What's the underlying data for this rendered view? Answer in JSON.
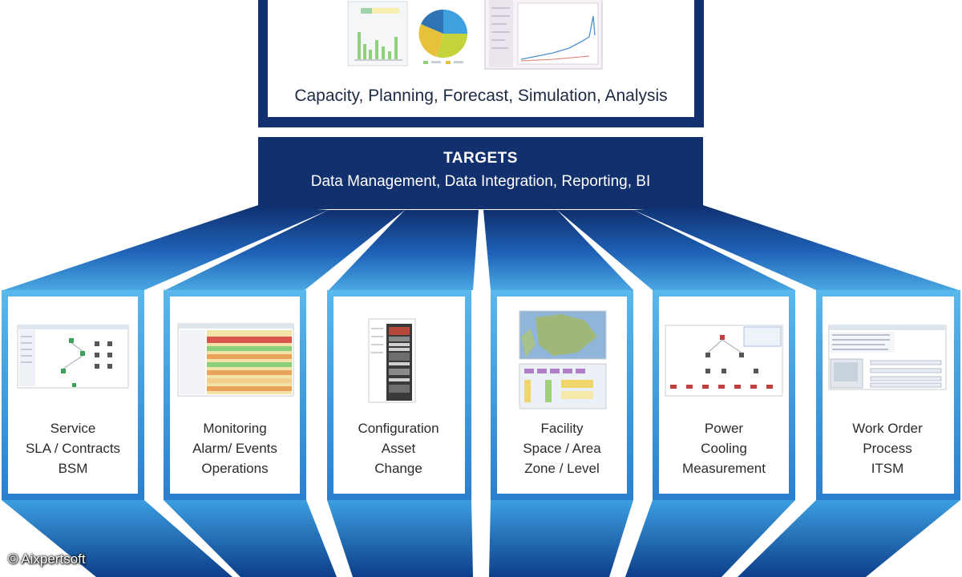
{
  "top_box": {
    "title": "Capacity, Planning, Forecast, Simulation, Analysis"
  },
  "targets": {
    "title": "TARGETS",
    "subtitle": "Data Management, Data Integration, Reporting, BI"
  },
  "modules": [
    {
      "lines": [
        "Service",
        "SLA / Contracts",
        "BSM"
      ]
    },
    {
      "lines": [
        "Monitoring",
        "Alarm/ Events",
        "Operations"
      ]
    },
    {
      "lines": [
        "Configuration",
        "Asset",
        "Change"
      ]
    },
    {
      "lines": [
        "Facility",
        "Space / Area",
        "Zone / Level"
      ]
    },
    {
      "lines": [
        "Power",
        "Cooling",
        "Measurement"
      ]
    },
    {
      "lines": [
        "Work Order",
        "Process",
        "ITSM"
      ]
    }
  ],
  "copyright": "© Aixpertsoft",
  "colors": {
    "navy": "#12306e",
    "blue": "#1d5fb8",
    "light_blue": "#4fb0e8",
    "white": "#ffffff"
  }
}
